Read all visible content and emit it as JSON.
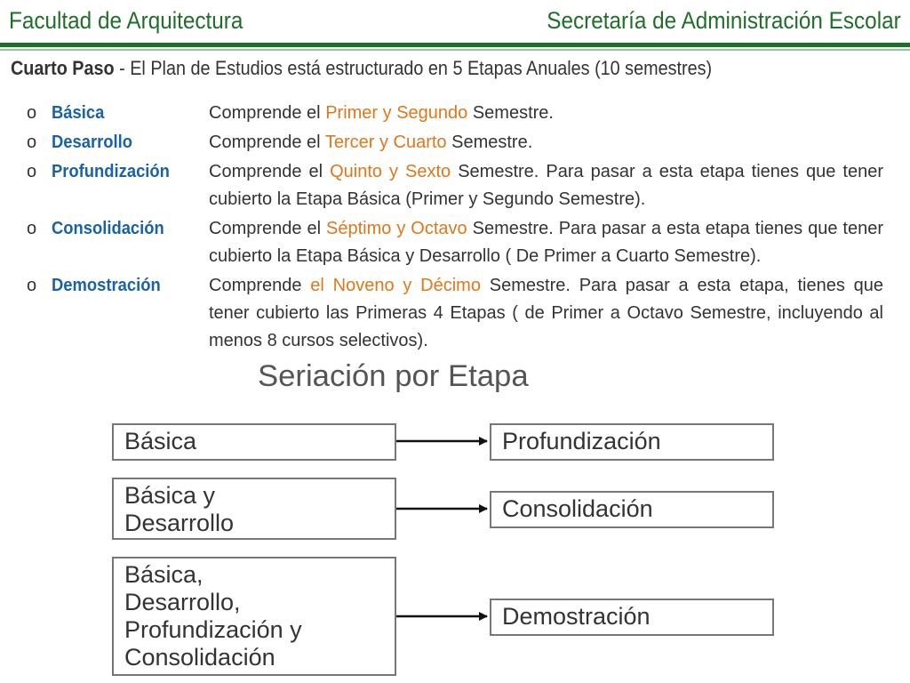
{
  "header": {
    "left_title": "Facultad de Arquitectura",
    "right_title": "Secretaría de Administración Escolar"
  },
  "subtitle": {
    "bold": "Cuarto Paso",
    "text": " - El Plan de Estudios está estructurado en 5 Etapas Anuales (10 semestres)"
  },
  "bullet_glyph": "o",
  "stages": [
    {
      "name": "Básica",
      "pre": "Comprende  el ",
      "hl": "Primer y Segundo",
      "post": " Semestre."
    },
    {
      "name": "Desarrollo",
      "pre": "Comprende el ",
      "hl": "Tercer y Cuarto",
      "post": " Semestre."
    },
    {
      "name": "Profundización",
      "pre": "Comprende el ",
      "hl": "Quinto y Sexto",
      "post": " Semestre. Para pasar a esta etapa tienes que tener cubierto la Etapa Básica (Primer y Segundo Semestre)."
    },
    {
      "name": "Consolidación",
      "pre": "Comprende el ",
      "hl": "Séptimo y Octavo",
      "post": " Semestre. Para pasar a esta etapa tienes que tener cubierto la Etapa Básica y Desarrollo ( De Primer a Cuarto Semestre)."
    },
    {
      "name": "Demostración",
      "pre": "Comprende ",
      "hl": "el Noveno y Décimo",
      "post": " Semestre. Para pasar a esta etapa, tienes que tener cubierto las Primeras 4 Etapas ( de Primer a Octavo Semestre, incluyendo al menos 8 cursos selectivos)."
    }
  ],
  "diagram": {
    "title": "Seriación por Etapa",
    "rows": [
      {
        "from": [
          "Básica"
        ],
        "to": "Profundización"
      },
      {
        "from": [
          "Básica y",
          "Desarrollo"
        ],
        "to": "Consolidación"
      },
      {
        "from": [
          "Básica,",
          "Desarrollo,",
          "Profundización y",
          "Consolidación"
        ],
        "to": "Demostración"
      }
    ]
  },
  "colors": {
    "header_green": "#1f6f2a",
    "stage_blue": "#1a62a8",
    "highlight_orange": "#e0771a"
  }
}
